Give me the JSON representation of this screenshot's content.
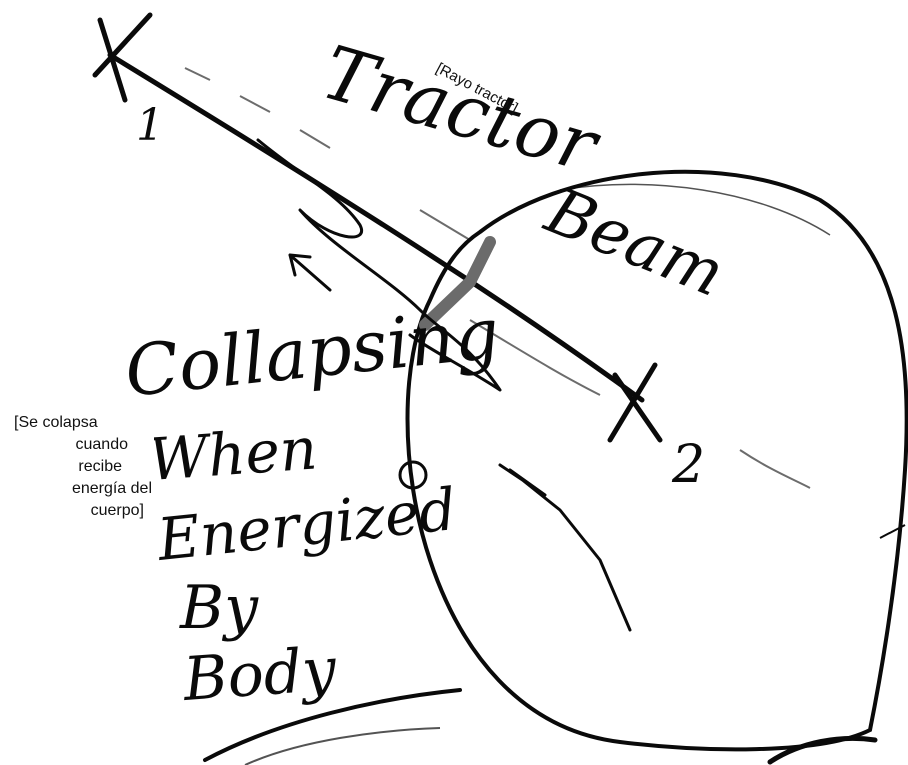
{
  "handwriting": {
    "tractor": "Tractor",
    "beam": "Beam",
    "collapsing": "Collapsing",
    "when": "When",
    "energized": "Energized",
    "by": "By",
    "body": "Body"
  },
  "point_labels": {
    "point1": "1",
    "point2": "2"
  },
  "translations": {
    "top": "[Rayo tractor]",
    "left_lines": [
      "[Se colapsa",
      "cuando",
      "recibe",
      "energía del",
      "cuerpo]"
    ]
  },
  "colors": {
    "ink": "#0a0a0a",
    "beam_contact": "#6b6b6b",
    "background": "#ffffff"
  }
}
